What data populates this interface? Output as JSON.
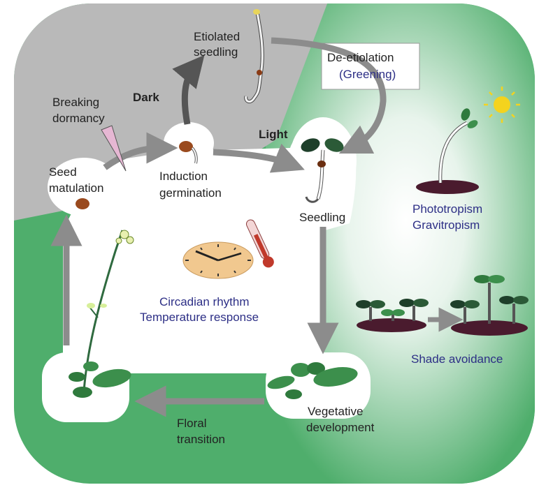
{
  "labels": {
    "etiolated_1": "Etiolated",
    "etiolated_2": "seedling",
    "deetiolation": "De-etiolation",
    "greening": "(Greening)",
    "breaking_1": "Breaking",
    "breaking_2": "dormancy",
    "dark": "Dark",
    "light": "Light",
    "seed_1": "Seed",
    "seed_2": "matulation",
    "induction_1": "Induction",
    "induction_2": "germination",
    "seedling": "Seedling",
    "phototropism": "Phototropism",
    "gravitropism": "Gravitropism",
    "circadian": "Circadian rhythm",
    "temperature": "Temperature response",
    "shade": "Shade avoidance",
    "floral_1": "Floral",
    "floral_2": "transition",
    "vegetative_1": "Vegetative",
    "vegetative_2": "development"
  },
  "colors": {
    "dark_region": "#b9b9b9",
    "green_region": "#4fae6c",
    "arrow": "#8c8c8c",
    "blue_text": "#2d2f86",
    "leaf": "#3c8f4c",
    "soil": "#4a1b2e",
    "seed": "#9a4a1e",
    "clock_face": "#f1c88f",
    "sun": "#f4d31e"
  },
  "icons": [
    "sun-icon",
    "clock-icon",
    "thermometer-icon",
    "seed-icon",
    "seedling-icon",
    "plant-icon",
    "flowering-plant-icon"
  ]
}
